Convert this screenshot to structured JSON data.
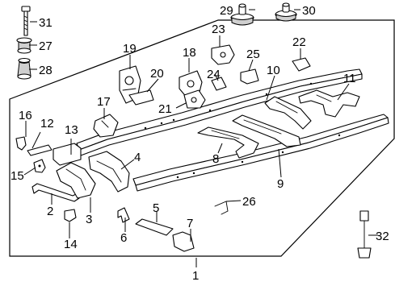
{
  "diagram": {
    "callouts": [
      {
        "id": "1",
        "label": "1"
      },
      {
        "id": "2",
        "label": "2"
      },
      {
        "id": "3",
        "label": "3"
      },
      {
        "id": "4",
        "label": "4"
      },
      {
        "id": "5",
        "label": "5"
      },
      {
        "id": "6",
        "label": "6"
      },
      {
        "id": "7",
        "label": "7"
      },
      {
        "id": "8",
        "label": "8"
      },
      {
        "id": "9",
        "label": "9"
      },
      {
        "id": "10",
        "label": "10"
      },
      {
        "id": "11",
        "label": "11"
      },
      {
        "id": "12",
        "label": "12"
      },
      {
        "id": "13",
        "label": "13"
      },
      {
        "id": "14",
        "label": "14"
      },
      {
        "id": "15",
        "label": "15"
      },
      {
        "id": "16",
        "label": "16"
      },
      {
        "id": "17",
        "label": "17"
      },
      {
        "id": "18",
        "label": "18"
      },
      {
        "id": "19",
        "label": "19"
      },
      {
        "id": "20",
        "label": "20"
      },
      {
        "id": "21",
        "label": "21"
      },
      {
        "id": "22",
        "label": "22"
      },
      {
        "id": "23",
        "label": "23"
      },
      {
        "id": "24",
        "label": "24"
      },
      {
        "id": "25",
        "label": "25"
      },
      {
        "id": "26",
        "label": "26"
      },
      {
        "id": "27",
        "label": "27"
      },
      {
        "id": "28",
        "label": "28"
      },
      {
        "id": "29",
        "label": "29"
      },
      {
        "id": "30",
        "label": "30"
      },
      {
        "id": "31",
        "label": "31"
      },
      {
        "id": "32",
        "label": "32"
      }
    ]
  }
}
